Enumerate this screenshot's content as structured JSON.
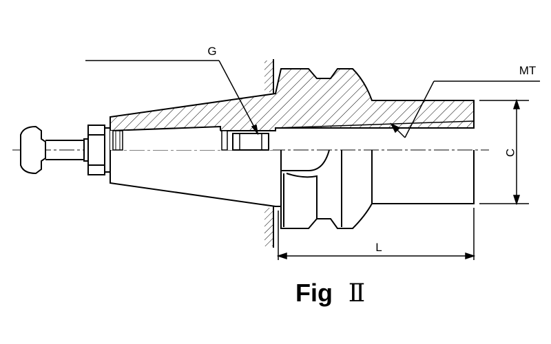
{
  "labels": {
    "g": "G",
    "mt": "MT",
    "c": "C",
    "l": "L"
  },
  "caption": {
    "fig": "Fig",
    "numeral": "Ⅱ"
  }
}
